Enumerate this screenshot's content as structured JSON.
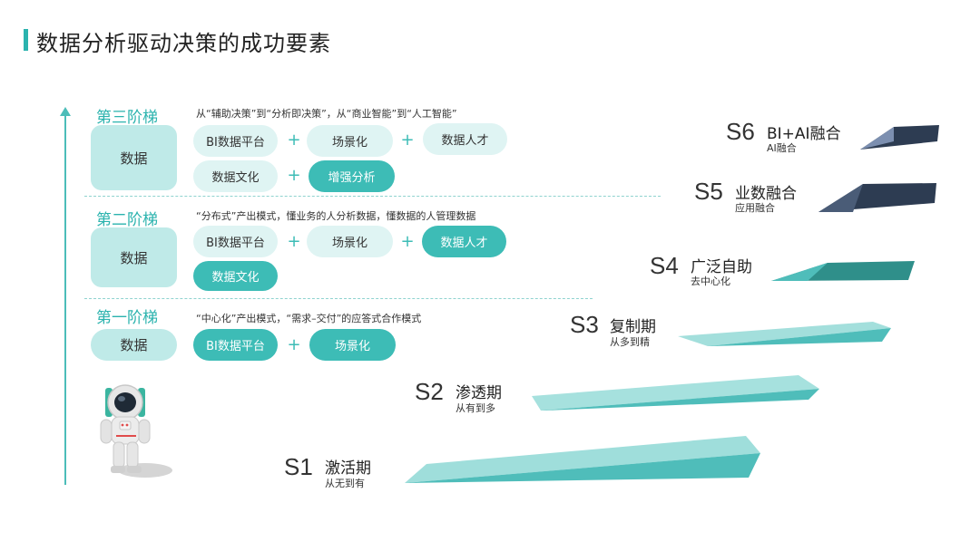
{
  "title": "数据分析驱动决策的成功要素",
  "levels": [
    {
      "name": "第三阶梯",
      "desc": "从“辅助决策”到“分析即决策”，从“商业智能”到“人工智能”",
      "data_label": "数据",
      "pills": [
        "BI数据平台",
        "场景化",
        "数据人才",
        "数据文化",
        "增强分析"
      ]
    },
    {
      "name": "第二阶梯",
      "desc": "“分布式”产出模式，懂业务的人分析数据，懂数据的人管理数据",
      "data_label": "数据",
      "pills": [
        "BI数据平台",
        "场景化",
        "数据人才",
        "数据文化"
      ]
    },
    {
      "name": "第一阶梯",
      "desc": "“中心化”产出模式，“需求–交付”的应答式合作模式",
      "data_label": "数据",
      "pills": [
        "BI数据平台",
        "场景化"
      ]
    }
  ],
  "plus_sign": "+",
  "stages": [
    {
      "code": "S6",
      "name": "BI+AI融合",
      "sub": "AI融合"
    },
    {
      "code": "S5",
      "name": "业数融合",
      "sub": "应用融合"
    },
    {
      "code": "S4",
      "name": "广泛自助",
      "sub": "去中心化"
    },
    {
      "code": "S3",
      "name": "复制期",
      "sub": "从多到精"
    },
    {
      "code": "S2",
      "name": "渗透期",
      "sub": "从有到多"
    },
    {
      "code": "S1",
      "name": "激活期",
      "sub": "从无到有"
    }
  ],
  "colors": {
    "accent": "#2bb3ae",
    "pill_dark": "#3dbcb6",
    "pill_light": "#dff4f3",
    "data_box": "#bfeae8",
    "slab_teal": "#4fbdba",
    "slab_dark": "#3d4d63"
  },
  "mascot": "astronaut-illustration"
}
